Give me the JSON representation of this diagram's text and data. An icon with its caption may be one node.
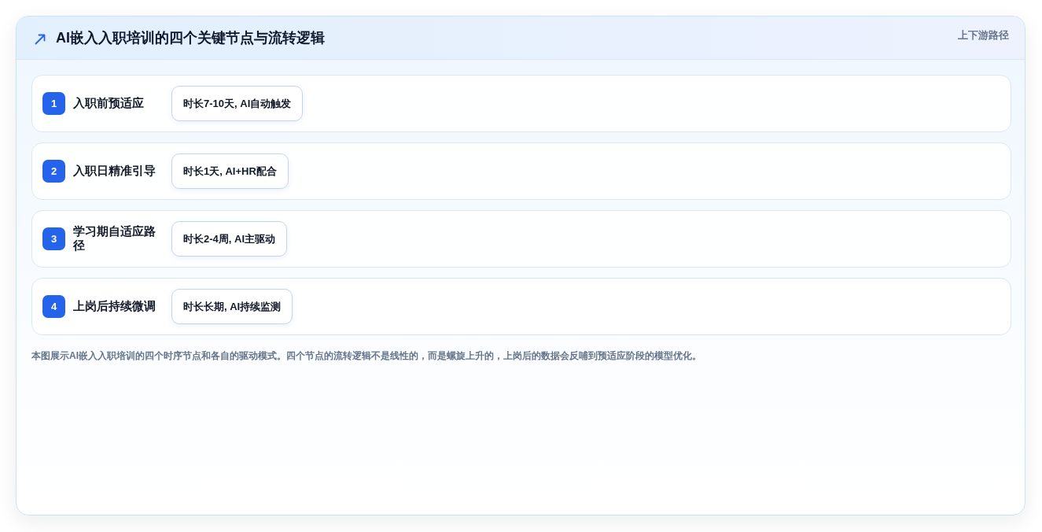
{
  "diagram": {
    "title": "AI嵌入入职培训的四个关键节点与流转逻辑",
    "nodes": [
      {
        "text": [
          "入职前预适应"
        ]
      },
      {
        "text": [
          "1"
        ],
        "in": 0
      },
      {
        "text": [
          "时长7-10天, AI自动触发"
        ],
        "in": 0
      },
      {
        "text": [
          "入职日精准引导"
        ]
      },
      {
        "text": [
          "2"
        ],
        "in": 3
      },
      {
        "text": [
          "时长1天, AI+HR配合"
        ],
        "in": 3
      },
      {
        "text": [
          "学习期自适应路径"
        ]
      },
      {
        "text": [
          "3"
        ],
        "in": 6
      },
      {
        "text": [
          "时长2-4周, AI主驱动"
        ],
        "in": 6
      },
      {
        "text": [
          "上岗后持续微调"
        ]
      },
      {
        "text": [
          "4"
        ],
        "in": 9
      },
      {
        "text": [
          "时长长期, AI持续监测"
        ],
        "in": 9
      }
    ],
    "labels": [
      "上下游路径"
    ],
    "caption": "本图展示AI嵌入入职培训的四个时序节点和各自的驱动模式。四个节点的流转逻辑不是线性的，而是螺旋上升的，上岗后的数据会反哺到预适应阶段的模型优化。"
  }
}
